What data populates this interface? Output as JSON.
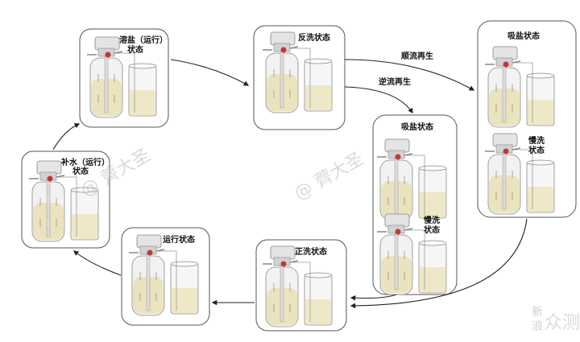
{
  "states": {
    "dissolve_salt": {
      "line1": "溶盐（运行）",
      "line2": "状态"
    },
    "backwash": {
      "label": "反洗状态"
    },
    "brine_draw_a": {
      "label": "吸盐状态"
    },
    "slow_rinse_a": {
      "line1": "慢洗",
      "line2": "状态"
    },
    "brine_draw_b": {
      "label": "吸盐状态"
    },
    "slow_rinse_b": {
      "line1": "慢洗",
      "line2": "状态"
    },
    "fast_rinse": {
      "label": "正洗状态"
    },
    "service": {
      "label": "运行状态"
    },
    "refill": {
      "line1": "补水（运行）",
      "line2": "状态"
    }
  },
  "flows": {
    "co_current": "顺流再生",
    "counter_current": "逆流再生"
  },
  "watermarks": {
    "author": "@ 薺大圣",
    "site_line1": "新",
    "site_line2": "浪",
    "site_brand": "众测"
  }
}
